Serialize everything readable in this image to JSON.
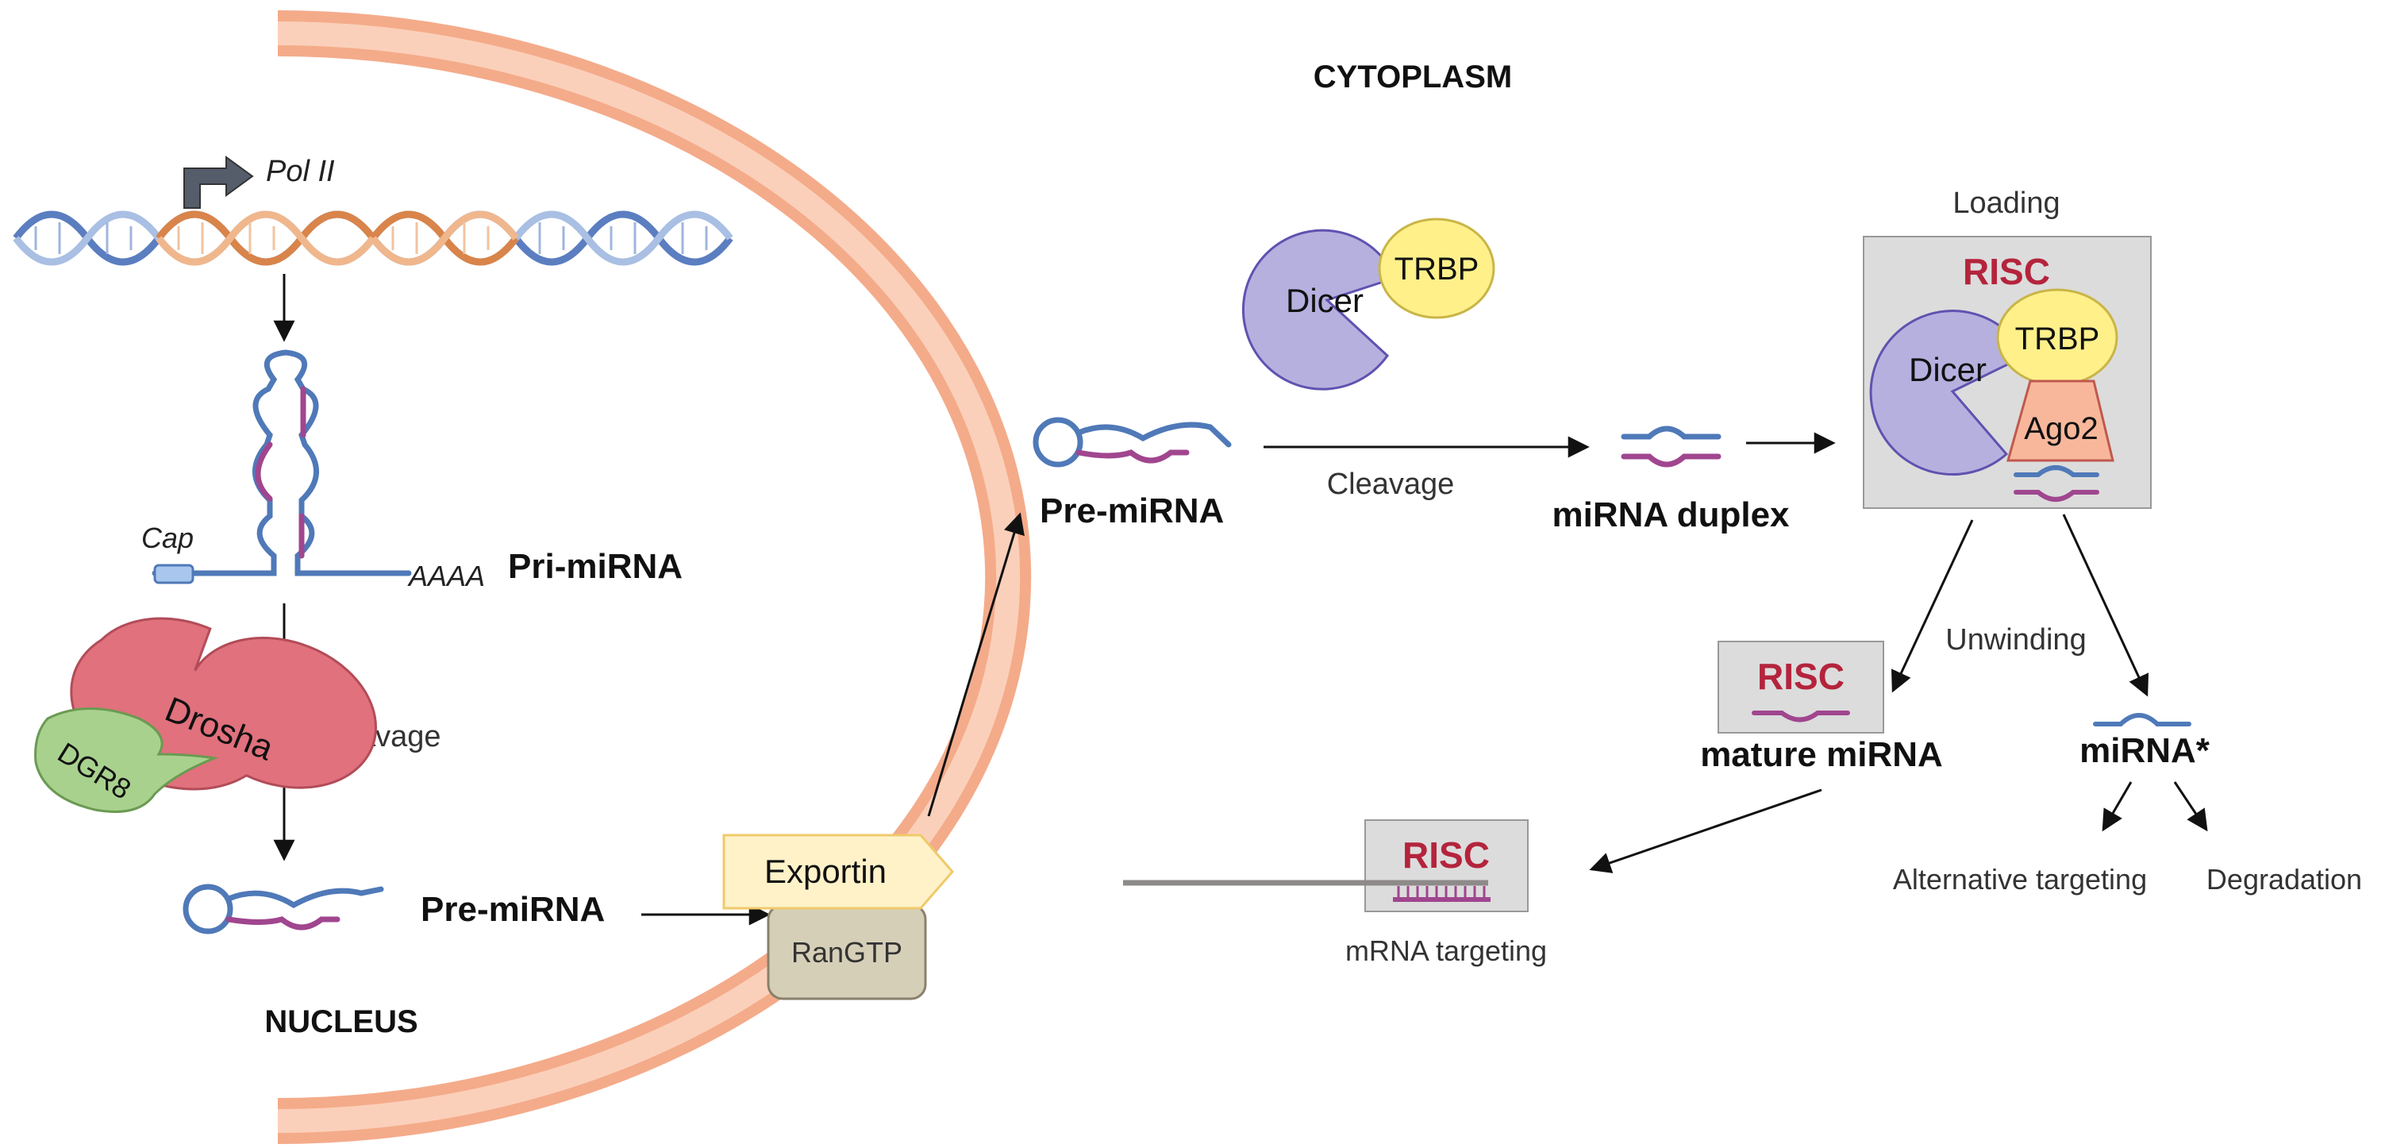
{
  "regions": {
    "cytoplasm": "CYTOPLASM",
    "nucleus": "NUCLEUS"
  },
  "labels": {
    "pol_ii": "Pol II",
    "cap": "Cap",
    "polya": "AAAA",
    "pri_mirna": "Pri-miRNA",
    "cleavage_nuclear": "Cleavage",
    "pre_mirna_nucleus": "Pre-miRNA",
    "pre_mirna_cytoplasm": "Pre-miRNA",
    "cleavage_cytoplasm": "Cleavage",
    "mirna_duplex": "miRNA duplex",
    "loading": "Loading",
    "unwinding": "Unwinding",
    "mature_mirna": "mature miRNA",
    "mirna_star": "miRNA*",
    "alternative_targeting": "Alternative targeting",
    "degradation": "Degradation",
    "mrna_targeting": "mRNA targeting"
  },
  "proteins": {
    "drosha": "Drosha",
    "dgr8": "DGR8",
    "exportin": "Exportin",
    "rangtp": "RanGTP",
    "dicer": "Dicer",
    "trbp": "TRBP",
    "ago2": "Ago2"
  },
  "risc": {
    "loading_complex": "RISC",
    "mature": "RISC",
    "targeting": "RISC"
  },
  "colors": {
    "membrane": "#f7b99a",
    "dna_blue": "#4a6fb3",
    "dna_orange": "#d9844a",
    "rna_blue": "#4f79b8",
    "rna_magenta": "#a0468f",
    "drosha_fill": "#e0717d",
    "dgr8_fill": "#a9d18e",
    "exportin_fill": "#fff2c9",
    "rangtp_fill": "#d6cfb8",
    "dicer_fill": "#b6b0df",
    "trbp_fill": "#fff08a",
    "ago2_fill": "#f8b79b",
    "risc_box": "#dcdcdc",
    "risc_red": "#b4243c"
  }
}
